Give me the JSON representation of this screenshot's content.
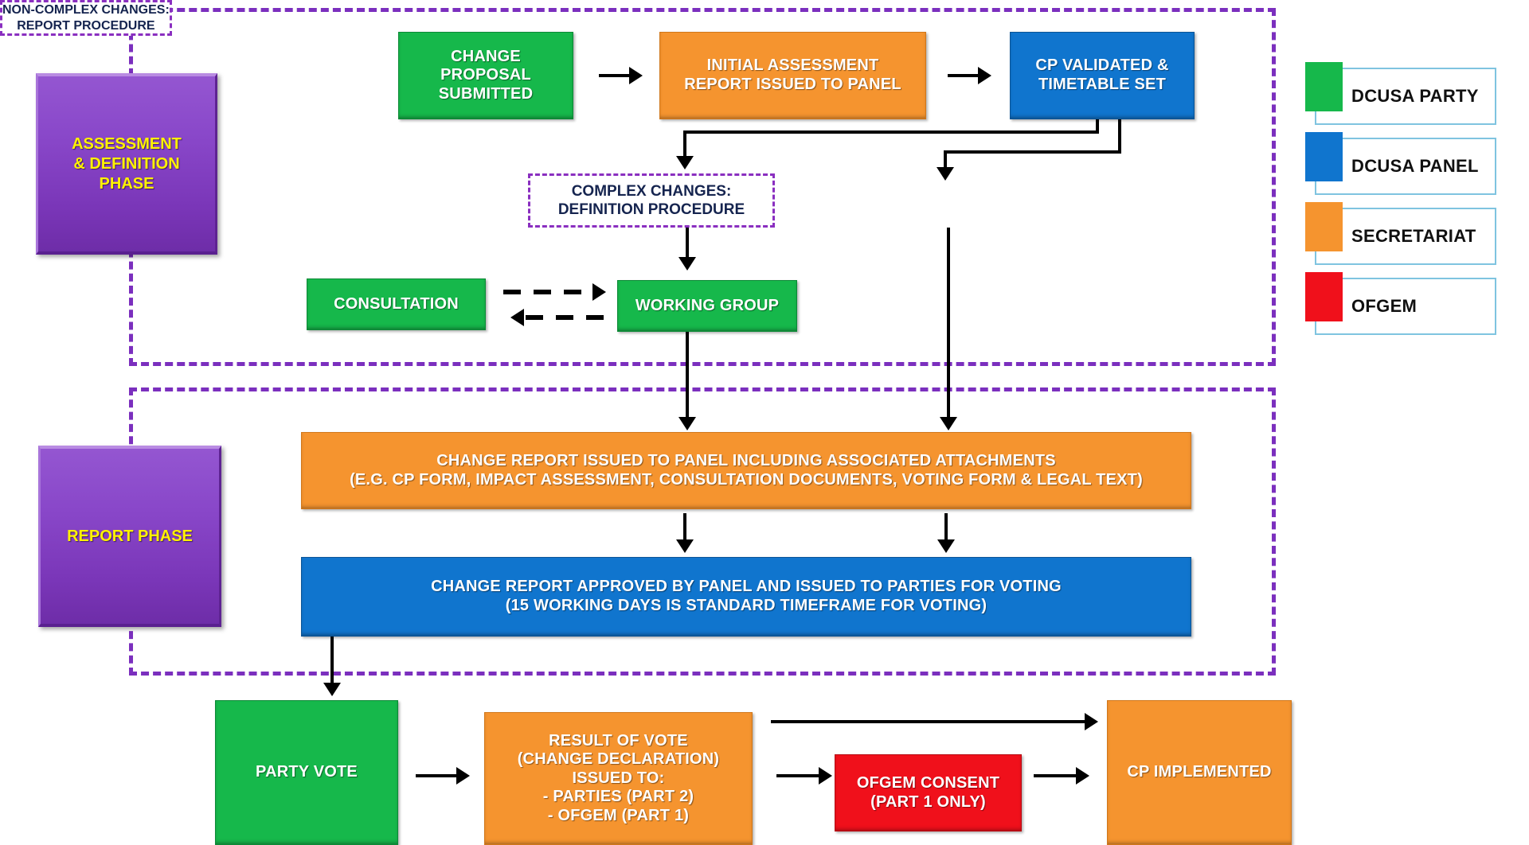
{
  "diagram": {
    "title": "DCUSA Change Proposal Process Flowchart",
    "colors": {
      "dcusa_party": "#16B84B",
      "dcusa_panel": "#1075CE",
      "secretariat": "#F5942F",
      "ofgem": "#F0101B",
      "phase_purple": "#7B2FBE",
      "phase_label_text": "#FFF200",
      "dashbox_text": "#15244F",
      "legend_frame": "#7FC4E0",
      "connector": "#000000"
    }
  },
  "phases": [
    {
      "id": "assessment",
      "label": "ASSESSMENT\n& DEFINITION\nPHASE"
    },
    {
      "id": "report",
      "label": "REPORT PHASE"
    }
  ],
  "nodes": {
    "change_proposal_submitted": {
      "label": "CHANGE\nPROPOSAL\nSUBMITTED",
      "owner": "DCUSA PARTY"
    },
    "initial_assessment": {
      "label": "INITIAL ASSESSMENT\nREPORT ISSUED TO PANEL",
      "owner": "SECRETARIAT"
    },
    "cp_validated": {
      "label": "CP VALIDATED &\nTIMETABLE SET",
      "owner": "DCUSA PANEL"
    },
    "complex_changes": {
      "label": "COMPLEX CHANGES:\nDEFINITION PROCEDURE"
    },
    "non_complex_changes": {
      "label": "NON-COMPLEX CHANGES:\nREPORT PROCEDURE"
    },
    "consultation": {
      "label": "CONSULTATION",
      "owner": "DCUSA PARTY"
    },
    "working_group": {
      "label": "WORKING GROUP",
      "owner": "DCUSA PARTY"
    },
    "change_report_issued": {
      "label": "CHANGE REPORT ISSUED TO PANEL INCLUDING ASSOCIATED ATTACHMENTS\n(E.G. CP FORM, IMPACT ASSESSMENT, CONSULTATION DOCUMENTS, VOTING FORM & LEGAL TEXT)",
      "owner": "SECRETARIAT"
    },
    "change_report_approved": {
      "label": "CHANGE REPORT APPROVED BY PANEL AND ISSUED TO PARTIES FOR VOTING\n(15 WORKING DAYS IS STANDARD TIMEFRAME FOR VOTING)",
      "owner": "DCUSA PANEL"
    },
    "party_vote": {
      "label": "PARTY VOTE",
      "owner": "DCUSA PARTY"
    },
    "result_of_vote": {
      "label": "RESULT OF VOTE\n(CHANGE DECLARATION)\nISSUED TO:\n- PARTIES (PART 2)\n- OFGEM (PART 1)",
      "owner": "SECRETARIAT"
    },
    "ofgem_consent": {
      "label": "OFGEM CONSENT\n(PART 1 ONLY)",
      "owner": "OFGEM"
    },
    "cp_implemented": {
      "label": "CP IMPLEMENTED",
      "owner": "SECRETARIAT"
    }
  },
  "legend": {
    "items": [
      {
        "label": "DCUSA PARTY",
        "color": "#16B84B"
      },
      {
        "label": "DCUSA PANEL",
        "color": "#1075CE"
      },
      {
        "label": "SECRETARIAT",
        "color": "#F5942F"
      },
      {
        "label": "OFGEM",
        "color": "#F0101B"
      }
    ]
  }
}
